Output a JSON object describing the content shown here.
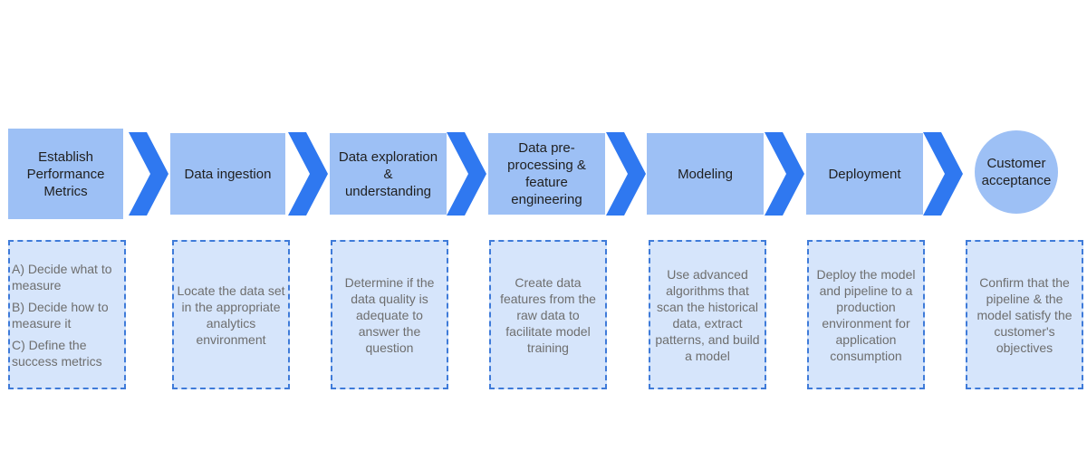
{
  "colors": {
    "box": "#9dc0f5",
    "chevron": "#2f78f0",
    "desc_fill": "#d6e5fb",
    "desc_border": "#3f7bd9"
  },
  "steps": [
    {
      "label": "Establish\nPerformance\nMetrics"
    },
    {
      "label": "Data ingestion"
    },
    {
      "label": "Data exploration &\nunderstanding"
    },
    {
      "label": "Data pre-\nprocessing &\nfeature\nengineering"
    },
    {
      "label": "Modeling"
    },
    {
      "label": "Deployment"
    },
    {
      "label": "Customer\nacceptance"
    }
  ],
  "descriptions": [
    {
      "items": [
        "A) Decide what to\nmeasure",
        "B) Decide how to\nmeasure it",
        "C) Define the\nsuccess metrics"
      ]
    },
    {
      "text": "Locate the data set\nin the appropriate\nanalytics\nenvironment"
    },
    {
      "text": "Determine if the\ndata quality is\nadequate to\nanswer the\nquestion"
    },
    {
      "text": "Create data\nfeatures from the\nraw data to\nfacilitate model\ntraining"
    },
    {
      "text": "Use advanced\nalgorithms that\nscan the historical\ndata, extract\npatterns, and build\na model"
    },
    {
      "text": "Deploy the model\nand pipeline to a\nproduction\nenvironment for\napplication\nconsumption"
    },
    {
      "text": "Confirm that the\npipeline & the\nmodel satisfy the\ncustomer's\nobjectives"
    }
  ]
}
